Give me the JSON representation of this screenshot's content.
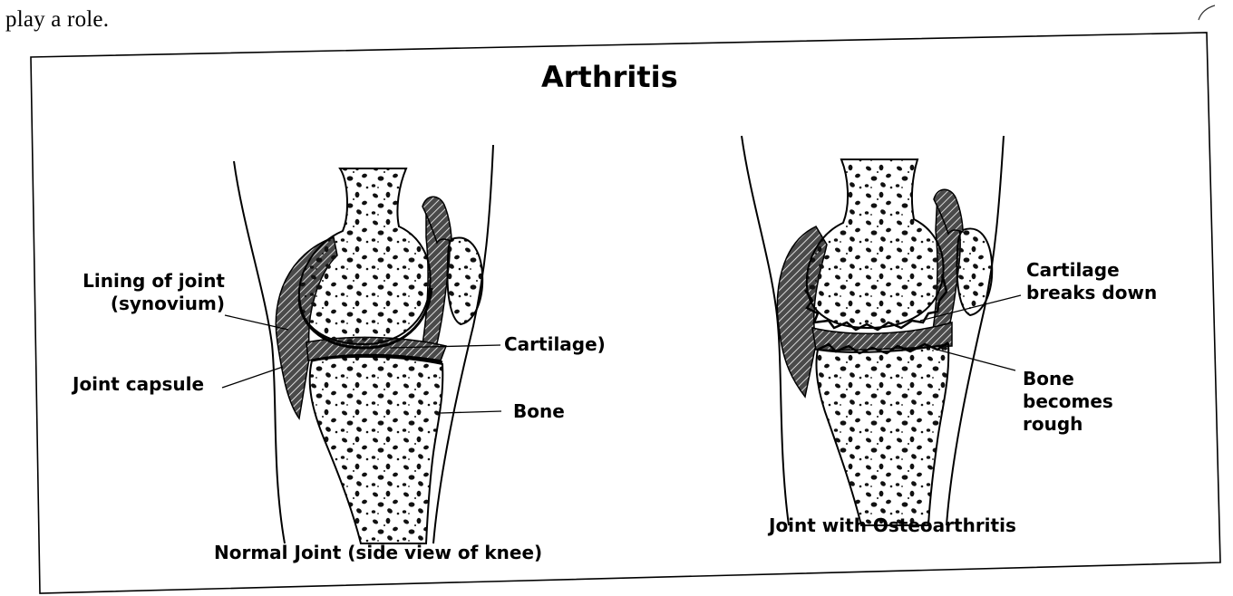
{
  "intro_text": "play a role.",
  "figure": {
    "title": "Arthritis",
    "normal_joint": {
      "caption": "Normal Joint (side view of knee)",
      "labels": {
        "lining_line1": "Lining of joint",
        "lining_line2": "(synovium)",
        "capsule": "Joint capsule",
        "cartilage": "Cartilage)",
        "bone": "Bone"
      }
    },
    "osteoarthritis_joint": {
      "caption": "Joint with Osteoarthritis",
      "labels": {
        "cartilage_line1": "Cartilage",
        "cartilage_line2": "breaks down",
        "bone_line1": "Bone",
        "bone_line2": "becomes",
        "bone_line3": "rough"
      }
    }
  }
}
